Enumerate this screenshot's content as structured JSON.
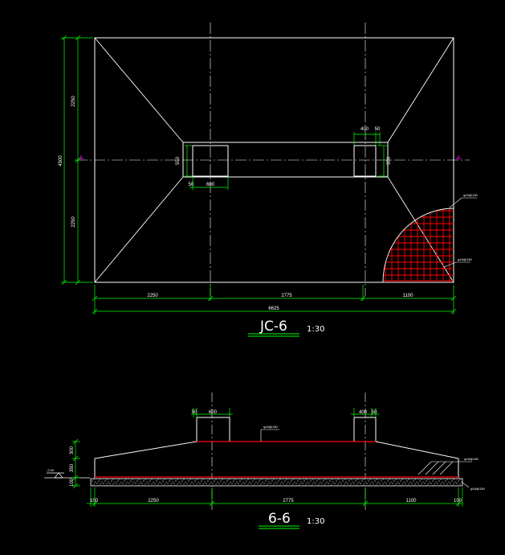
{
  "plan": {
    "title": "JC-6",
    "scale": "1:30",
    "dims": {
      "left_top": "2250",
      "left_total": "4500",
      "left_bottom": "2250",
      "bottom_1": "2250",
      "bottom_2": "2775",
      "bottom_3": "1100",
      "bottom_total": "6625",
      "col_left_w": "600",
      "col_left_gap": "50",
      "col_left_h": "550",
      "col_right_w": "400",
      "col_right_gap": "50",
      "col_right_h": "550"
    },
    "rebar_note_top": "φ16@150",
    "rebar_note_side": "φ16@150"
  },
  "section": {
    "title": "6-6",
    "scale": "1:30",
    "dims": {
      "h_top": "300",
      "h_mid": "350",
      "h_bot": "100",
      "b_left": "100",
      "b_1": "2250",
      "b_2": "2775",
      "b_3": "1100",
      "b_right": "100",
      "col_left_gap": "50",
      "col_left_w": "600",
      "col_right_w": "400",
      "col_right_gap": "50"
    },
    "elevation_label": "-2.00",
    "rebar_note_mid": "φ16@150",
    "rebar_note_right": "φ16@150",
    "rebar_note_bottom": "φ16@150"
  },
  "colors": {
    "background": "#000000",
    "outline": "#ffffff",
    "dimension": "#00ff00",
    "centerline": "#ffffff",
    "rebar": "#ff0000",
    "marker": "#ff00ff"
  }
}
